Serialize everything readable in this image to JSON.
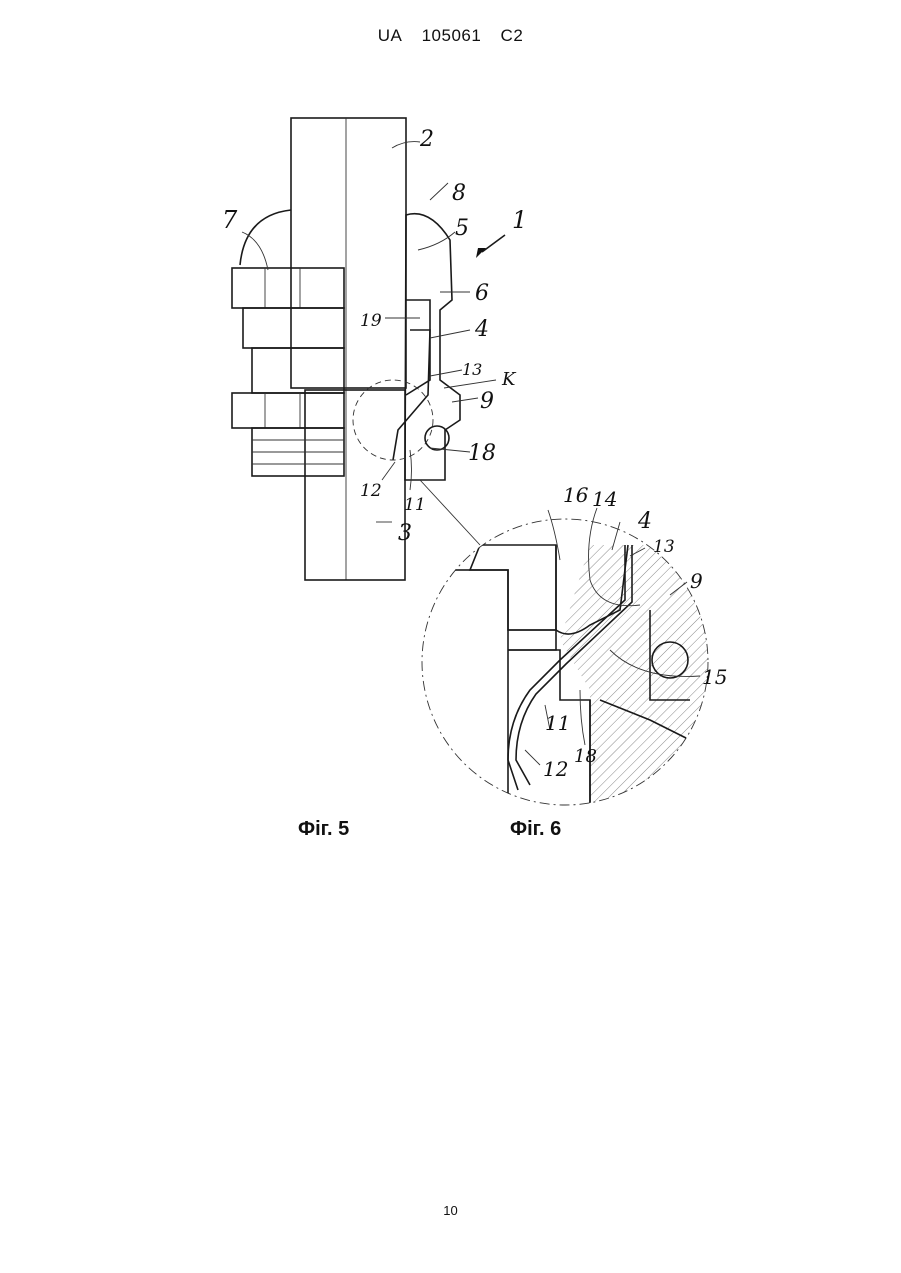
{
  "header": {
    "country": "UA",
    "number": "105061",
    "kind": "C2"
  },
  "figures": {
    "fig5": {
      "caption": "Фiг. 5",
      "labels": [
        "2",
        "8",
        "1",
        "5",
        "7",
        "6",
        "19",
        "4",
        "13",
        "K",
        "9",
        "18",
        "12",
        "11",
        "3"
      ]
    },
    "fig6": {
      "caption": "Фiг. 6",
      "labels": [
        "16",
        "14",
        "4",
        "13",
        "9",
        "15",
        "11",
        "18",
        "12"
      ]
    }
  },
  "page_number": "10"
}
